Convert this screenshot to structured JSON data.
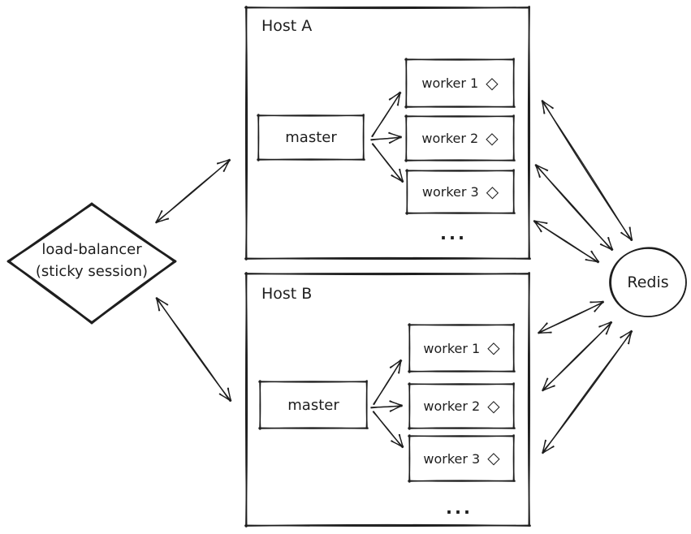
{
  "diagram": {
    "load_balancer": {
      "line1": "load-balancer",
      "line2": "(sticky session)"
    },
    "redis": {
      "label": "Redis"
    },
    "hosts": [
      {
        "title": "Host A",
        "master_label": "master",
        "workers": [
          "worker 1",
          "worker 2",
          "worker 3"
        ],
        "ellipsis": "..."
      },
      {
        "title": "Host B",
        "master_label": "master",
        "workers": [
          "worker 1",
          "worker 2",
          "worker 3"
        ],
        "ellipsis": "..."
      }
    ],
    "icons": {
      "worker_diamond": "◇"
    },
    "colors": {
      "stroke": "#1e1e1e",
      "background": "#ffffff"
    }
  }
}
